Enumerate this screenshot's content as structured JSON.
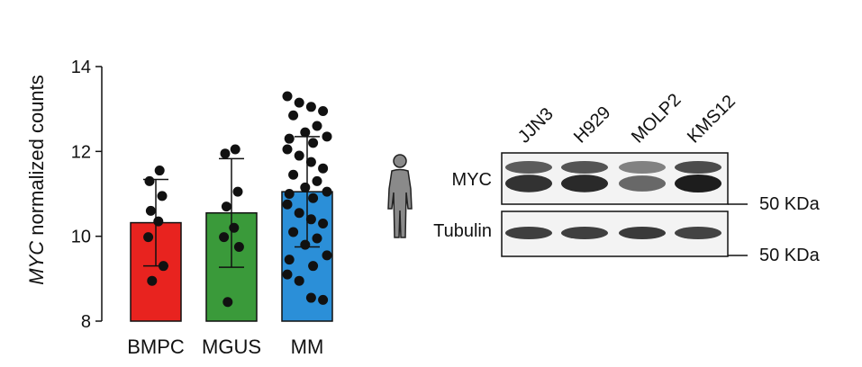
{
  "chart_data": [
    {
      "type": "bar",
      "ylabel_italic": "MYC",
      "ylabel_rest": " normalized counts",
      "ylim": [
        8,
        14
      ],
      "yticks": [
        8,
        10,
        12,
        14
      ],
      "categories": [
        "BMPC",
        "MGUS",
        "MM"
      ],
      "values": [
        10.32,
        10.55,
        11.05
      ],
      "sd": [
        1.02,
        1.28,
        1.3
      ],
      "colors": [
        "#e8231f",
        "#3a9a3a",
        "#2b8fd8"
      ],
      "points": [
        [
          11.55,
          11.3,
          10.95,
          10.6,
          10.35,
          9.98,
          9.3,
          8.95
        ],
        [
          12.05,
          11.95,
          11.05,
          10.7,
          10.2,
          9.98,
          9.75,
          8.45
        ],
        [
          13.3,
          13.15,
          13.05,
          12.95,
          12.85,
          12.6,
          12.45,
          12.35,
          12.3,
          12.2,
          12.05,
          11.9,
          11.75,
          11.6,
          11.45,
          11.3,
          11.15,
          11.05,
          11.0,
          10.9,
          10.75,
          10.55,
          10.4,
          10.3,
          10.1,
          9.95,
          9.8,
          9.55,
          9.45,
          9.3,
          9.1,
          8.95,
          8.55,
          8.5
        ]
      ]
    },
    {
      "type": "western-blot",
      "lanes": [
        "JJN3",
        "H929",
        "MOLP2",
        "KMS12"
      ],
      "rows": [
        {
          "label": "MYC",
          "marker": "50 KDa",
          "intensities": [
            0.85,
            0.9,
            0.45,
            1.0
          ]
        },
        {
          "label": "Tubulin",
          "marker": "50 KDa",
          "intensities": [
            0.8,
            0.8,
            0.85,
            0.75
          ]
        }
      ],
      "icon": "human-silhouette-icon"
    }
  ]
}
